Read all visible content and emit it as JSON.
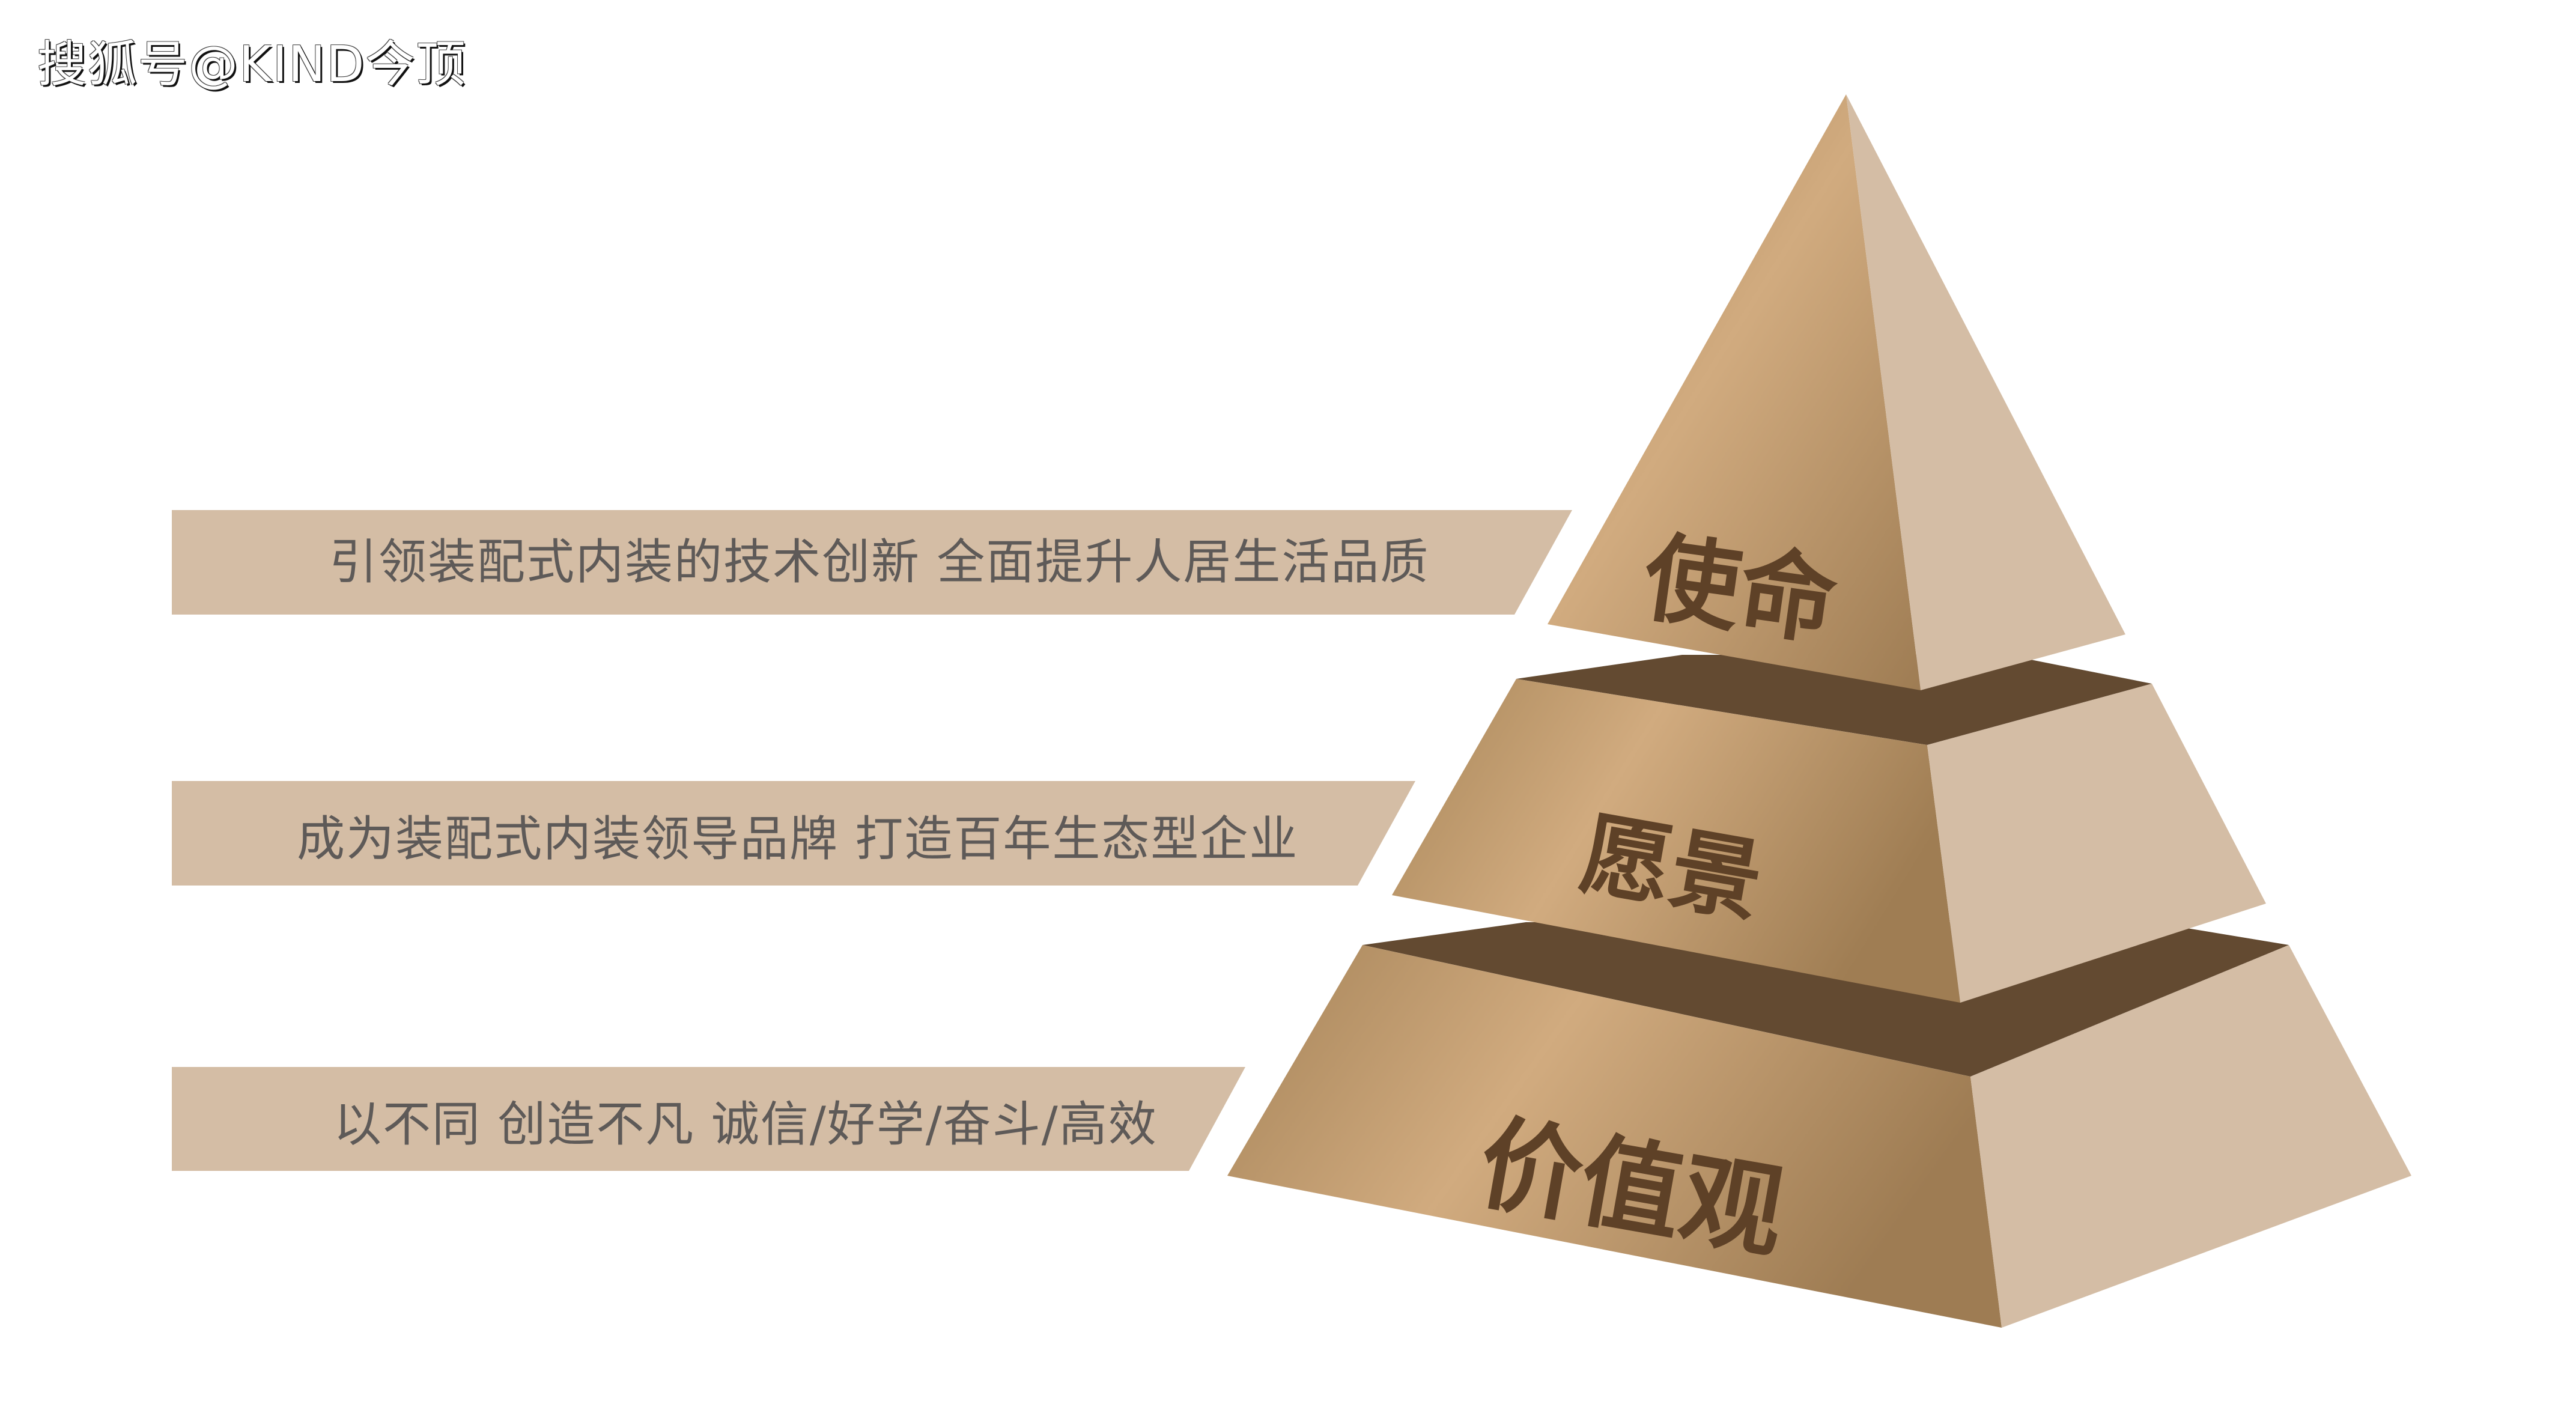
{
  "watermark": "搜狐号@KIND今顶",
  "pyramid": {
    "tiers": [
      {
        "label": "使命",
        "description": "引领装配式内装的技术创新 全面提升人居生活品质"
      },
      {
        "label": "愿景",
        "description": "成为装配式内装领导品牌 打造百年生态型企业"
      },
      {
        "label": "价值观",
        "description": "以不同 创造不凡 诚信/好学/奋斗/高效"
      }
    ]
  },
  "colors": {
    "banner": "#d4bda5",
    "face_light": "#d1ab7f",
    "face_dark": "#a07e56",
    "side_face": "#d4bda5",
    "top_face": "#634a31",
    "label_text": "#5e4127",
    "banner_text": "#5e5a58"
  }
}
